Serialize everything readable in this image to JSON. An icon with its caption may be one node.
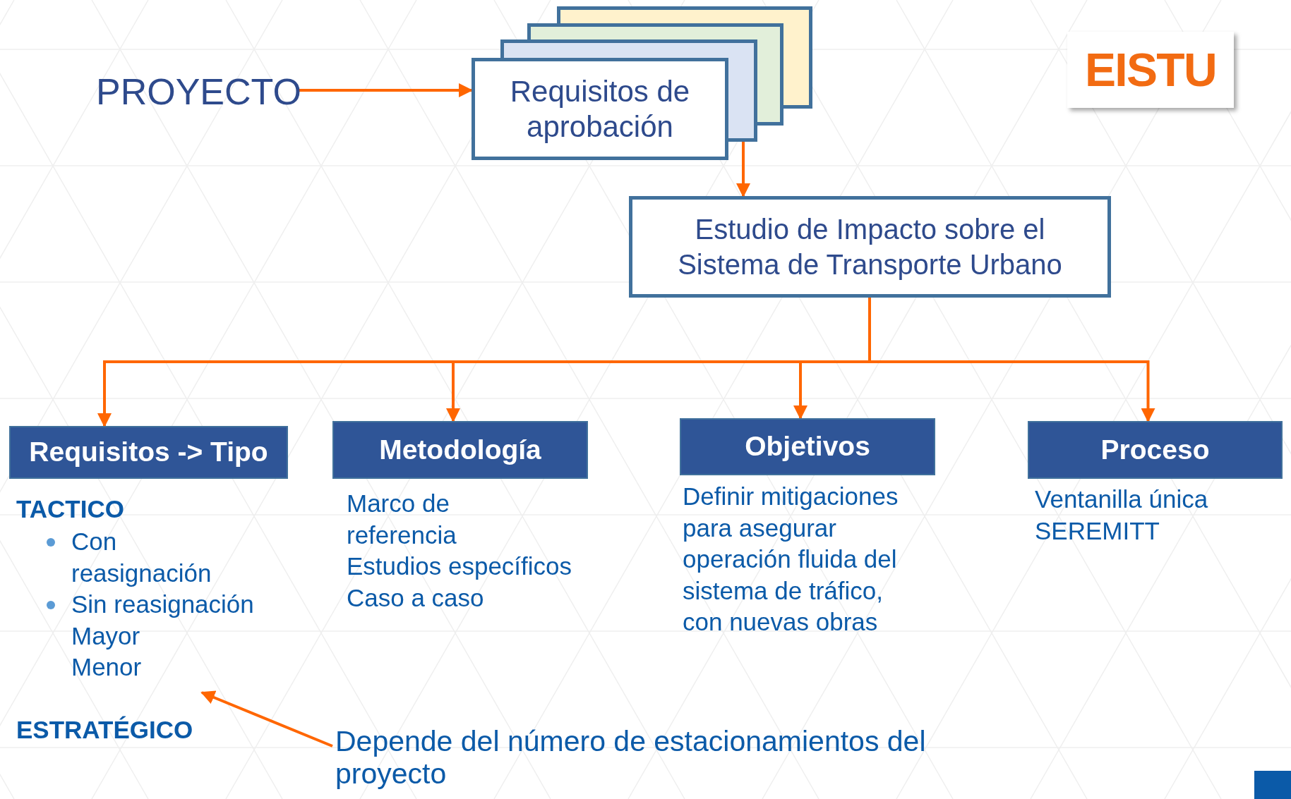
{
  "diagram": {
    "nodes": [
      {
        "text": [
          "PROYECTO"
        ]
      },
      {
        "text": [
          "Requisitos de aprobación"
        ]
      },
      {
        "text": [
          "Estudio de Impacto sobre el Sistema de Transporte Urbano"
        ]
      },
      {
        "text": [
          "Requisitos -> Tipo"
        ],
        "beside": [
          "TACTICO",
          "Con reasignación",
          "Sin reasignación",
          "Mayor",
          "Menor",
          "ESTRATÉGICO"
        ]
      },
      {
        "text": [
          "Metodología"
        ],
        "beside": [
          "Marco de referencia",
          "Estudios específicos",
          "Caso a caso"
        ]
      },
      {
        "text": [
          "Objetivos"
        ],
        "beside": [
          "Definir mitigaciones para asegurar operación fluida del sistema de tráfico, con nuevas obras"
        ]
      },
      {
        "text": [
          "Proceso"
        ],
        "beside": [
          "Ventanilla única",
          "SEREMITT"
        ]
      },
      {
        "text": [
          "EISTU"
        ]
      },
      {
        "text": [
          "Depende del número de estacionamientos del proyecto"
        ]
      }
    ],
    "edges": [
      {
        "from": 0,
        "to": 1,
        "arrow": "to"
      },
      {
        "from": 1,
        "to": 2,
        "arrow": "to"
      },
      {
        "from": 2,
        "to": 3,
        "arrow": "to"
      },
      {
        "from": 2,
        "to": 4,
        "arrow": "to"
      },
      {
        "from": 2,
        "to": 5,
        "arrow": "to"
      },
      {
        "from": 2,
        "to": 6,
        "arrow": "to"
      },
      {
        "from": 8,
        "to": 3,
        "arrow": "to"
      }
    ]
  }
}
